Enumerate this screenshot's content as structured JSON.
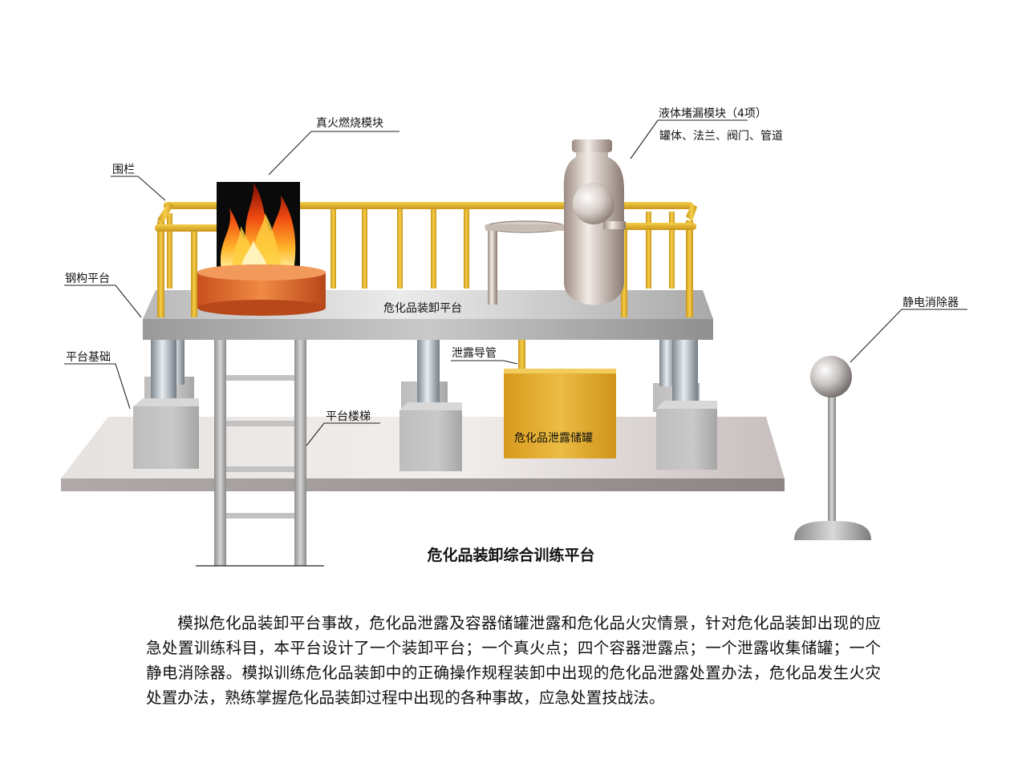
{
  "labels": {
    "fence": "围栏",
    "fire_module": "真火燃烧模块",
    "leak_module_title": "液体堵漏模块（4项）",
    "leak_module_items": "罐体、法兰、阀门、管道",
    "steel_platform": "钢构平台",
    "platform_base": "平台基础",
    "platform_deck": "危化品装卸平台",
    "leak_pipe": "泄露导管",
    "platform_stairs": "平台楼梯",
    "leak_tank": "危化品泄露储罐",
    "static_eliminator": "静电消除器"
  },
  "caption": "危化品装卸综合训练平台",
  "description": "模拟危化品装卸平台事故，危化品泄露及容器储罐泄露和危化品火灾情景，针对危化品装卸出现的应急处置训练科目，本平台设计了一个装卸平台；一个真火点；四个容器泄露点；一个泄露收集储罐；一个静电消除器。模拟训练危化品装卸中的正确操作规程装卸中出现的危化品泄露处置办法，危化品发生火灾处置办法，熟练掌握危化品装卸过程中出现的各种事故，应急处置技战法。",
  "colors": {
    "railing": "#e8b52a",
    "fire_base": "#e06a2c",
    "leak_tank": "#e4b030",
    "platform": "#c4c4c4"
  },
  "icons": {
    "fire": "fire-image",
    "static_ball": "static-eliminator-sphere"
  }
}
